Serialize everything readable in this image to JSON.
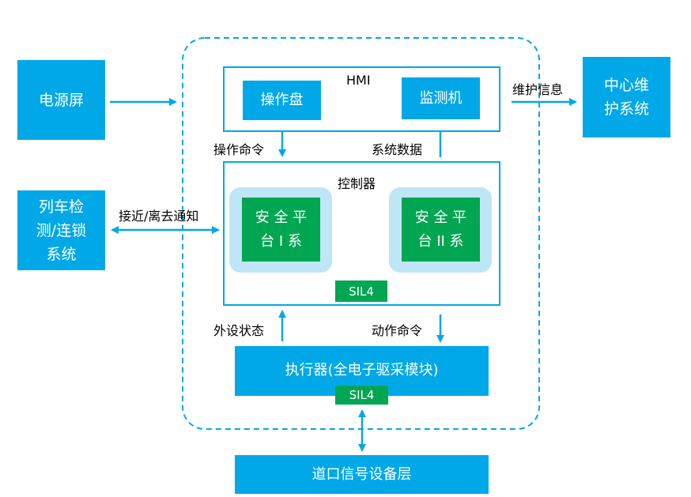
{
  "left": {
    "power_screen": "电源屏",
    "train_detect_line1": "列车检",
    "train_detect_line2": "测/连锁",
    "train_detect_line3": "系统"
  },
  "right": {
    "center_line1": "中心维",
    "center_line2": "护系统"
  },
  "hmi": {
    "title": "HMI",
    "operation_panel": "操作盘",
    "monitor": "监测机"
  },
  "controller": {
    "title": "控制器",
    "platform1_line1": "安 全 平",
    "platform1_line2": "台 I 系",
    "platform2_line1": "安 全 平",
    "platform2_line2": "台 II 系",
    "sil": "SIL4"
  },
  "executor": {
    "label": "执行器(全电子驱采模块)",
    "sil": "SIL4"
  },
  "bottom": {
    "crossing_layer": "道口信号设备层"
  },
  "labels": {
    "maintenance_info": "维护信息",
    "operation_command": "操作命令",
    "system_data": "系统数据",
    "approach_notice": "接近/离去通知",
    "peripheral_status": "外设状态",
    "action_command": "动作命令"
  },
  "colors": {
    "primary_blue": "#00a8e8",
    "safety_green": "#00a651",
    "halo": "#bfe6f7"
  }
}
